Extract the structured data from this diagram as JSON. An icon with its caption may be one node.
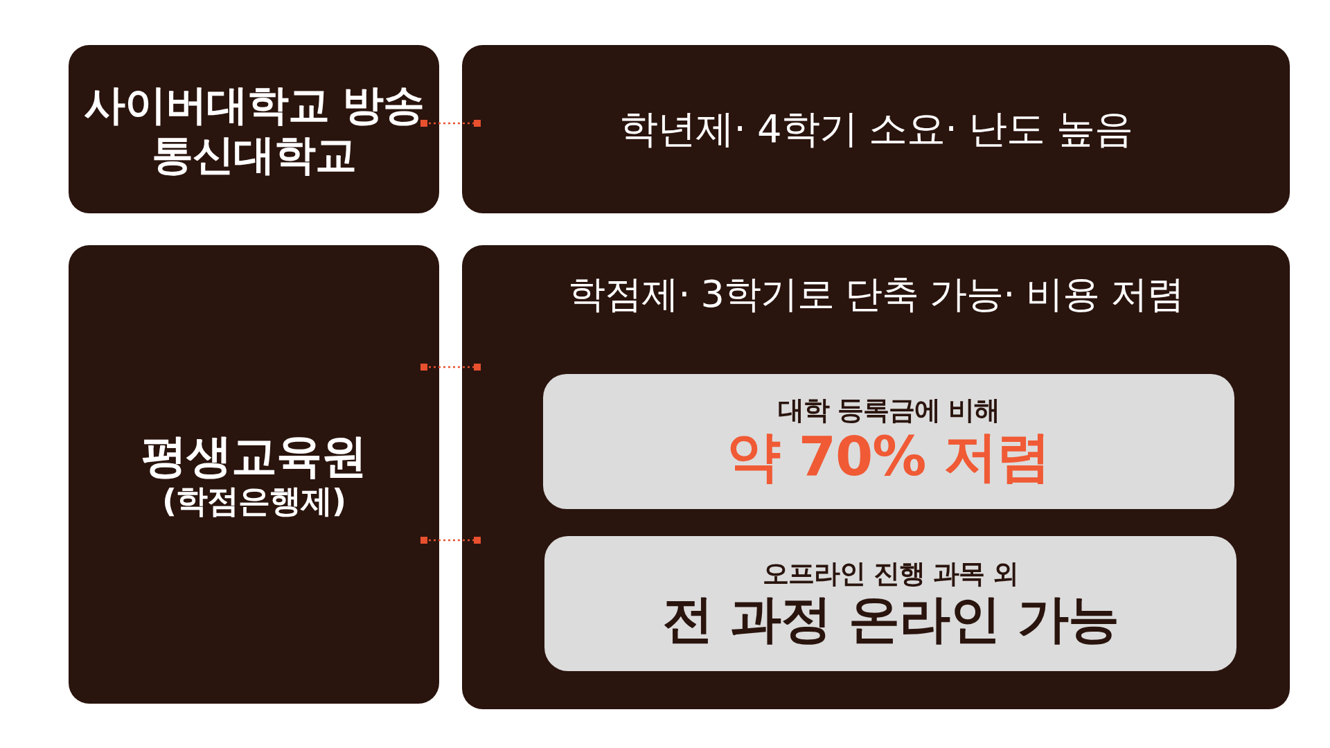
{
  "diagram": {
    "nodes": [
      {
        "text": [
          "사이버대학교 방송통신대학교"
        ]
      },
      {
        "text": [
          "학년제· 4학기 소요· 난도 높음"
        ]
      },
      {
        "text": [
          "평생교육원",
          "(학점은행제)"
        ]
      },
      {
        "text": [
          "학점제· 3학기로 단축 가능· 비용 저렴"
        ]
      },
      {
        "text": [
          "대학 등록금에 비해",
          "약 70% 저렴"
        ],
        "in": 3
      },
      {
        "text": [
          "오프라인 진행 과목 외",
          "전 과정 온라인 가능"
        ],
        "in": 3
      }
    ],
    "edges": [
      {
        "from": 0,
        "to": 1,
        "arrow": "other",
        "style": "dashed"
      },
      {
        "from": 2,
        "to": 3,
        "arrow": "other",
        "style": "dashed"
      },
      {
        "from": 2,
        "to": 3,
        "arrow": "other",
        "style": "dashed"
      }
    ]
  }
}
